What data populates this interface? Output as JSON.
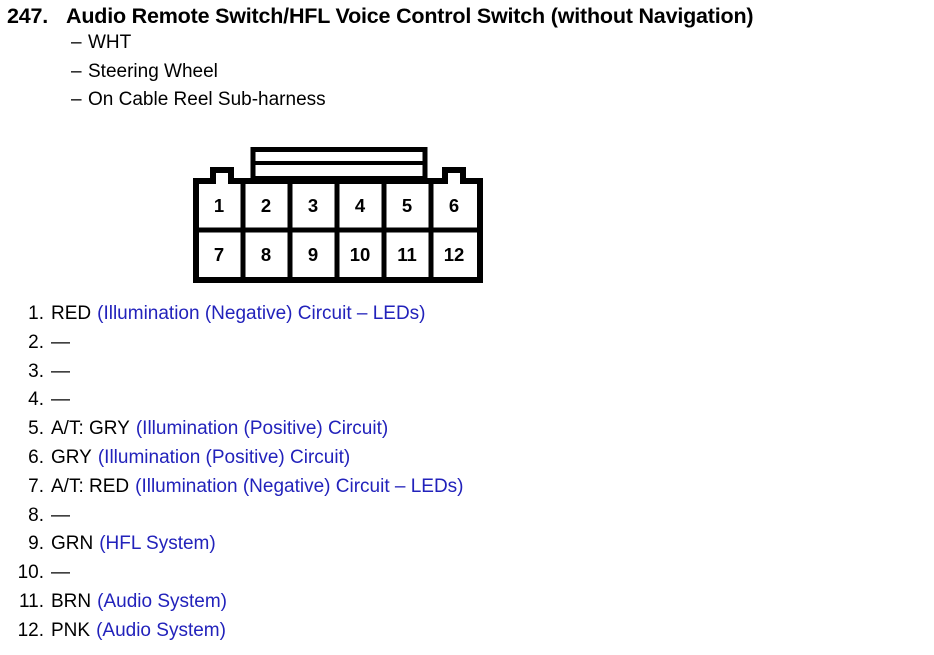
{
  "header": {
    "number": "247.",
    "title": "Audio Remote Switch/HFL Voice Control Switch (without Navigation)",
    "dash": "–",
    "sub_items": [
      {
        "label": "WHT"
      },
      {
        "label": "Steering Wheel"
      },
      {
        "label": "On Cable Reel Sub-harness"
      }
    ]
  },
  "connector": {
    "name": "12-pin-connector",
    "rows": [
      [
        "1",
        "2",
        "3",
        "4",
        "5",
        "6"
      ],
      [
        "7",
        "8",
        "9",
        "10",
        "11",
        "12"
      ]
    ]
  },
  "pins": [
    {
      "index": "1.",
      "wire": "RED",
      "desc": "(Illumination (Negative) Circuit – LEDs)"
    },
    {
      "index": "2.",
      "wire": "—",
      "desc": ""
    },
    {
      "index": "3.",
      "wire": "—",
      "desc": ""
    },
    {
      "index": "4.",
      "wire": "—",
      "desc": ""
    },
    {
      "index": "5.",
      "wire": "A/T: GRY",
      "desc": "(Illumination (Positive) Circuit)"
    },
    {
      "index": "6.",
      "wire": "GRY",
      "desc": "(Illumination (Positive) Circuit)"
    },
    {
      "index": "7.",
      "wire": "A/T: RED",
      "desc": "(Illumination (Negative) Circuit – LEDs)"
    },
    {
      "index": "8.",
      "wire": "—",
      "desc": ""
    },
    {
      "index": "9.",
      "wire": "GRN",
      "desc": "(HFL System)"
    },
    {
      "index": "10.",
      "wire": "—",
      "desc": ""
    },
    {
      "index": "11.",
      "wire": "BRN",
      "desc": "(Audio System)"
    },
    {
      "index": "12.",
      "wire": "PNK",
      "desc": "(Audio System)"
    }
  ],
  "colors": {
    "text": "#000000",
    "description": "#2222bb",
    "diagram_stroke": "#000000",
    "background": "#ffffff"
  }
}
